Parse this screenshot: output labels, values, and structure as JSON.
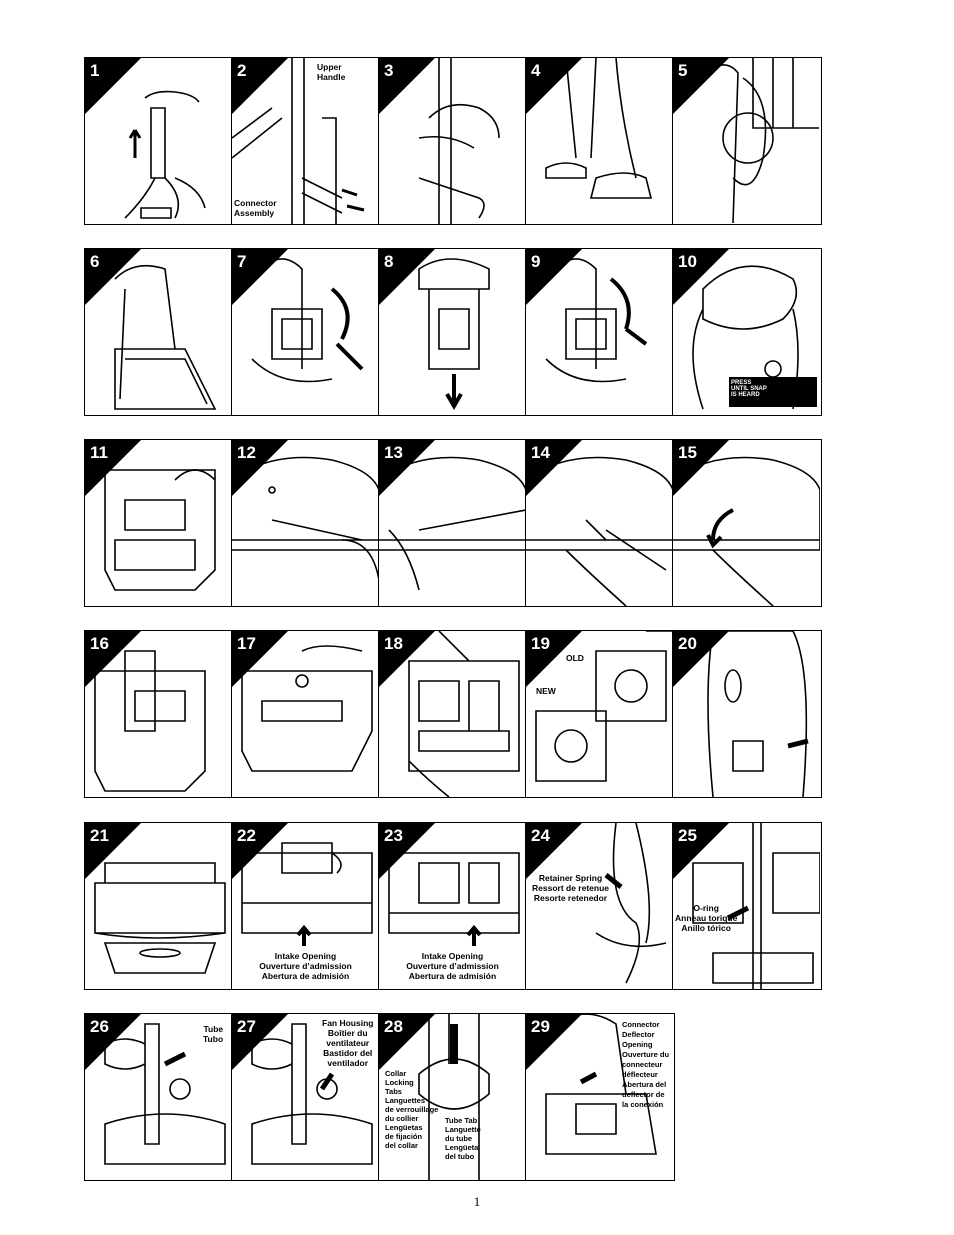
{
  "steps": [
    {
      "n": "1",
      "labels": []
    },
    {
      "n": "2",
      "labels": [
        {
          "pos": "tr",
          "lines": [
            "Upper",
            "Handle"
          ]
        },
        {
          "pos": "bl",
          "lines": [
            "Connector",
            "Assembly"
          ]
        }
      ]
    },
    {
      "n": "3",
      "labels": []
    },
    {
      "n": "4",
      "labels": []
    },
    {
      "n": "5",
      "labels": []
    },
    {
      "n": "6",
      "labels": []
    },
    {
      "n": "7",
      "labels": []
    },
    {
      "n": "8",
      "labels": []
    },
    {
      "n": "9",
      "labels": []
    },
    {
      "n": "10",
      "labels": [],
      "press": [
        "PRESS",
        "UNTIL SNAP",
        "IS HEARD"
      ]
    },
    {
      "n": "11",
      "labels": []
    },
    {
      "n": "12",
      "labels": []
    },
    {
      "n": "13",
      "labels": []
    },
    {
      "n": "14",
      "labels": []
    },
    {
      "n": "15",
      "labels": []
    },
    {
      "n": "16",
      "labels": []
    },
    {
      "n": "17",
      "labels": []
    },
    {
      "n": "18",
      "labels": []
    },
    {
      "n": "19",
      "labels": [
        {
          "pos": "old",
          "lines": [
            "OLD"
          ]
        },
        {
          "pos": "new",
          "lines": [
            "NEW"
          ]
        }
      ]
    },
    {
      "n": "20",
      "labels": []
    },
    {
      "n": "21",
      "labels": []
    },
    {
      "n": "22",
      "labels": [
        {
          "pos": "bc",
          "lines": [
            "Intake Opening",
            "Ouverture d’admission",
            "Abertura de admisión"
          ]
        }
      ]
    },
    {
      "n": "23",
      "labels": [
        {
          "pos": "bc",
          "lines": [
            "Intake Opening",
            "Ouverture d’admission",
            "Abertura de admisión"
          ]
        }
      ]
    },
    {
      "n": "24",
      "labels": [
        {
          "pos": "ml",
          "lines": [
            "Retainer Spring",
            "Ressort de retenue",
            "Resorte retenedor"
          ]
        }
      ]
    },
    {
      "n": "25",
      "labels": [
        {
          "pos": "ml2",
          "lines": [
            "O-ring",
            "Anneau torique",
            "Anillo tórico"
          ]
        }
      ]
    },
    {
      "n": "26",
      "labels": [
        {
          "pos": "tube",
          "lines": [
            "Tube",
            "Tubo"
          ]
        }
      ]
    },
    {
      "n": "27",
      "labels": [
        {
          "pos": "fan",
          "lines": [
            "Fan Housing",
            "Boîtier du",
            "ventilateur",
            "Bastidor del",
            "ventilador"
          ]
        }
      ]
    },
    {
      "n": "28",
      "labels": [
        {
          "pos": "collar",
          "lines": [
            "Collar",
            "Locking",
            "Tabs",
            "Languettes",
            "de verrouillage",
            "du collier",
            "Lengüetas",
            "de fijación",
            "del collar"
          ]
        },
        {
          "pos": "tubetab",
          "lines": [
            "Tube Tab",
            "Languette",
            "du tube",
            "Lengüeta",
            "del tubo"
          ]
        }
      ]
    },
    {
      "n": "29",
      "labels": [
        {
          "pos": "conn",
          "lines": [
            "Connector",
            "Deflector",
            "Opening",
            "Ouverture du",
            "connecteur",
            "déflecteur",
            "Abertura del",
            "deflector de",
            "la conexión"
          ]
        }
      ]
    }
  ],
  "page_number": "1"
}
